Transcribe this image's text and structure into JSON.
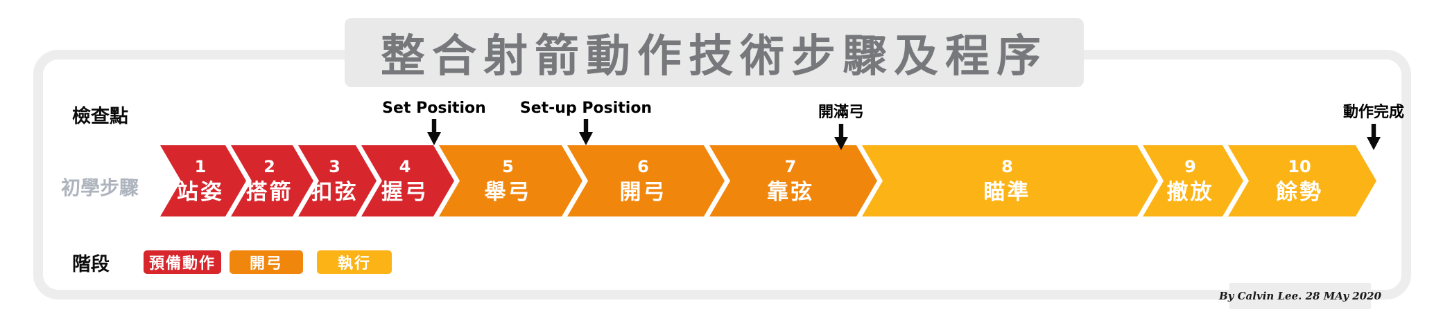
{
  "title": "整合射箭動作技術步驟及程序",
  "row_labels": {
    "checkpoints": "檢查點",
    "steps": "初學步驟",
    "stages": "階段"
  },
  "checkpoints": [
    {
      "label": "Set Position"
    },
    {
      "label": "Set-up Position"
    },
    {
      "label": "開滿弓"
    },
    {
      "label": "動作完成"
    }
  ],
  "steps": [
    {
      "num": "1",
      "label": "站姿",
      "phase": "preparation"
    },
    {
      "num": "2",
      "label": "搭箭",
      "phase": "preparation"
    },
    {
      "num": "3",
      "label": "扣弦",
      "phase": "preparation"
    },
    {
      "num": "4",
      "label": "握弓",
      "phase": "preparation"
    },
    {
      "num": "5",
      "label": "舉弓",
      "phase": "draw"
    },
    {
      "num": "6",
      "label": "開弓",
      "phase": "draw"
    },
    {
      "num": "7",
      "label": "靠弦",
      "phase": "draw"
    },
    {
      "num": "8",
      "label": "瞄準",
      "phase": "execution"
    },
    {
      "num": "9",
      "label": "撤放",
      "phase": "execution"
    },
    {
      "num": "10",
      "label": "餘勢",
      "phase": "execution"
    }
  ],
  "stages": [
    {
      "label": "預備動作",
      "color": "#D7262C"
    },
    {
      "label": "開弓",
      "color": "#F1860D"
    },
    {
      "label": "執行",
      "color": "#FCB315"
    }
  ],
  "colors": {
    "red": "#D7262C",
    "orange": "#F1860D",
    "amber": "#FCB315",
    "title_text": "#77787B",
    "title_bg": "#E9E9E9",
    "frame_border": "#EDEDED",
    "steps_label": "#AEB4BE"
  },
  "credit": "By Calvin Lee. 28 MAy  2020"
}
